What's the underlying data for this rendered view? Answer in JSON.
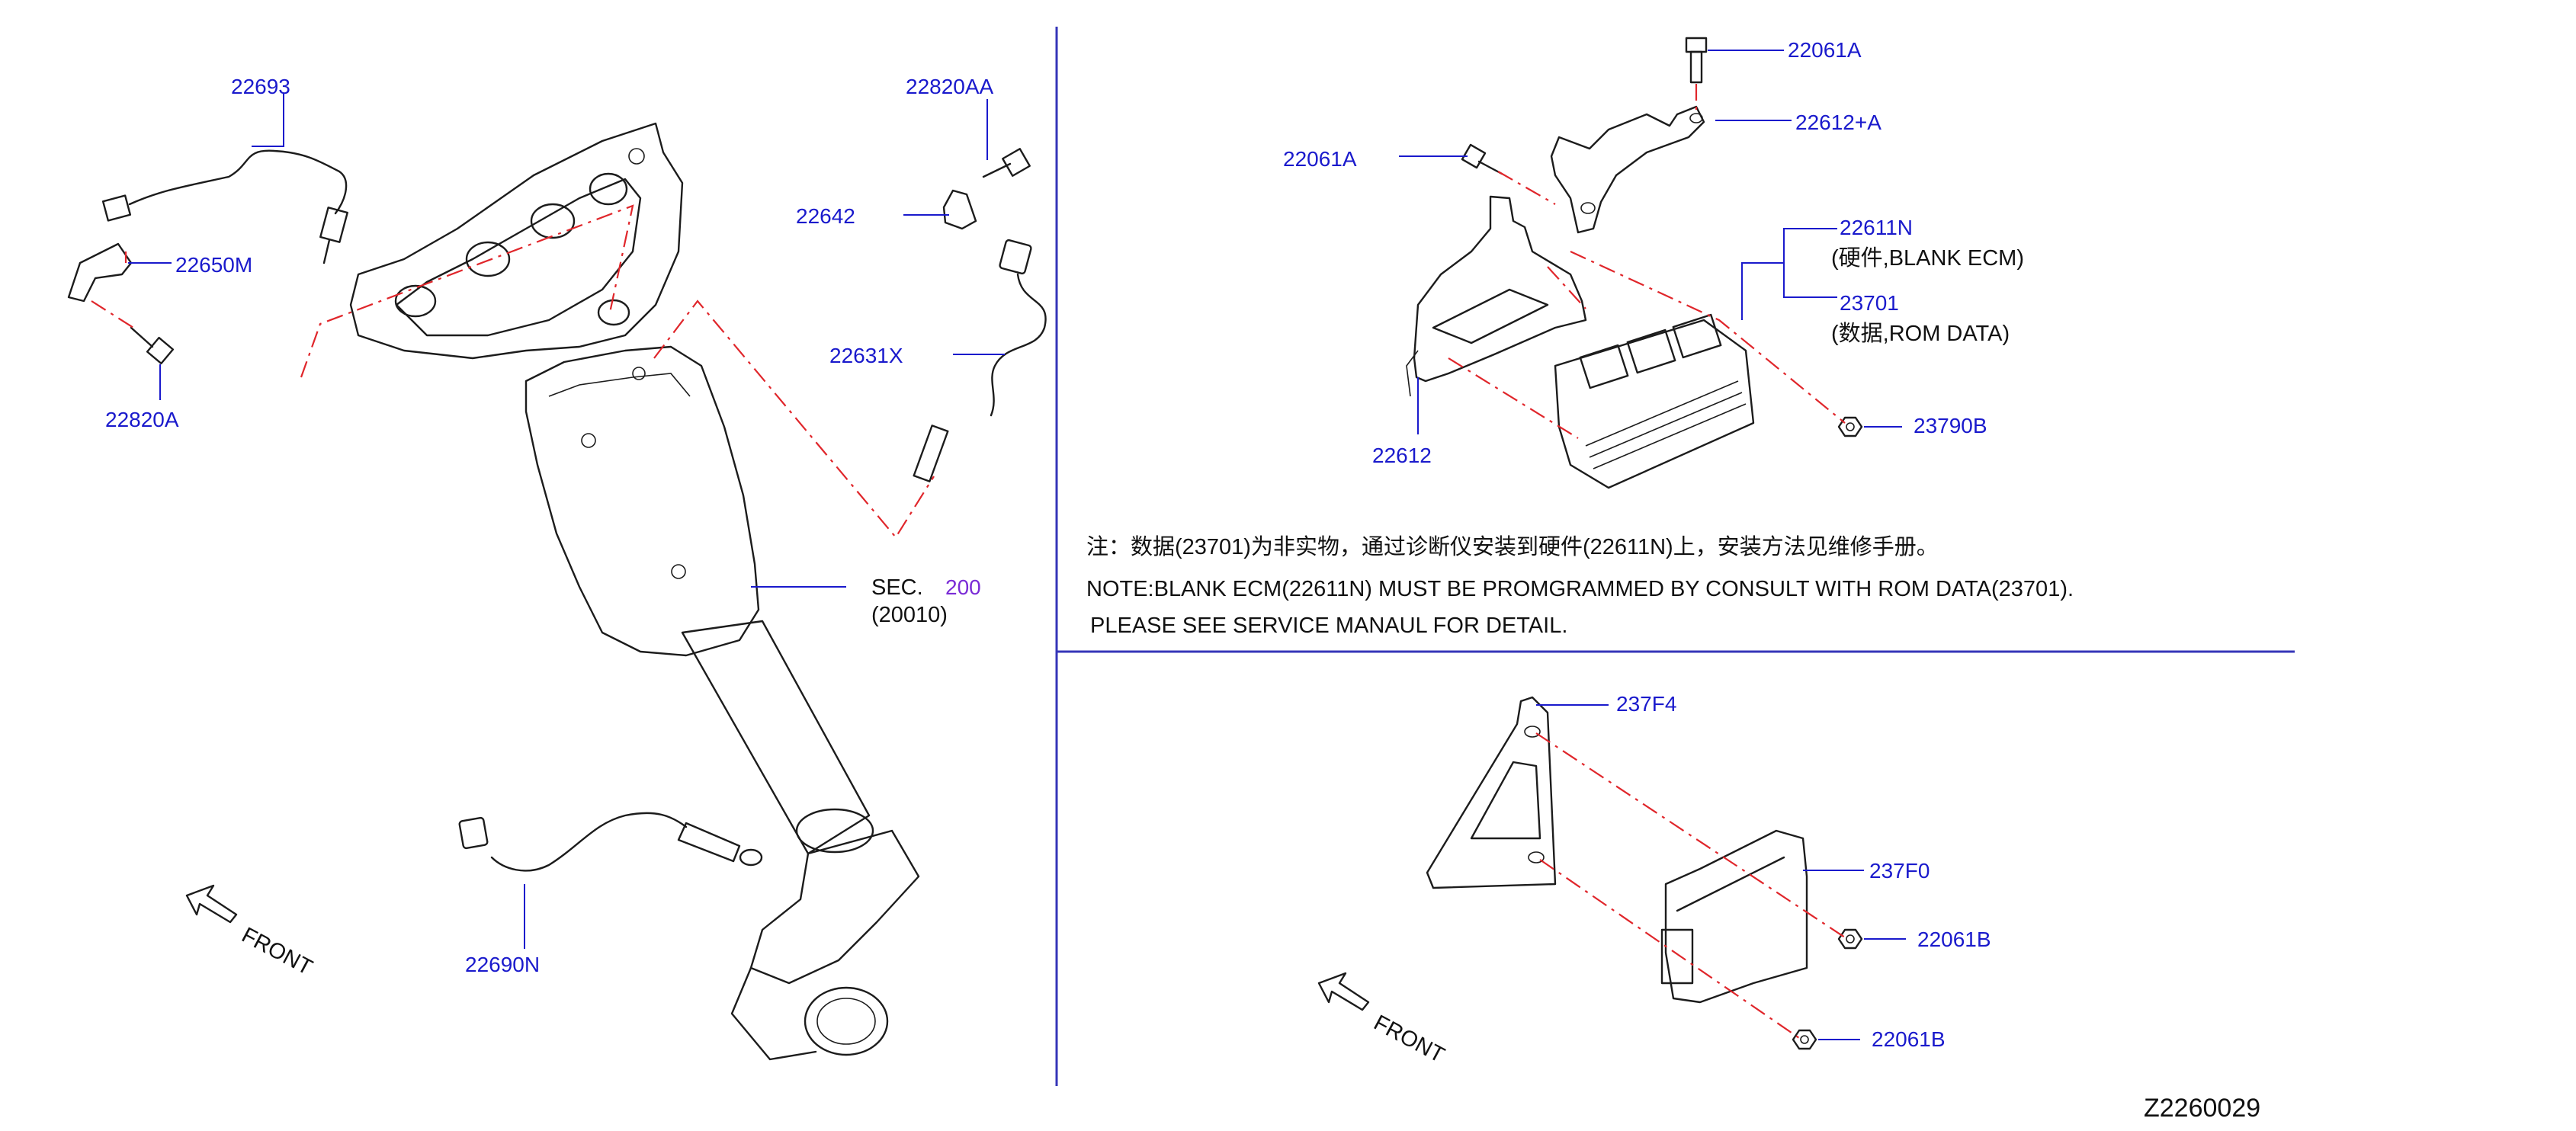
{
  "callouts": {
    "c22693": "22693",
    "c22650M": "22650M",
    "c22820A": "22820A",
    "c22820AA": "22820AA",
    "c22642": "22642",
    "c22631X": "22631X",
    "c22690N": "22690N",
    "c22061A_top": "22061A",
    "c22612A": "22612+A",
    "c22061A_left": "22061A",
    "c22611N": "22611N",
    "c22611N_desc": "(硬件,BLANK   ECM)",
    "c23701": "23701",
    "c23701_desc": "(数据,ROM   DATA)",
    "c23790B": "23790B",
    "c22612": "22612",
    "c237F4": "237F4",
    "c237F0": "237F0",
    "c22061B_upper": "22061B",
    "c22061B_lower": "22061B"
  },
  "section_ref": {
    "prefix": "SEC.",
    "number": "200",
    "sub": "(20010)"
  },
  "direction": {
    "left": "FRONT",
    "right": "FRONT"
  },
  "notes": {
    "chinese": "注：数据(23701)为非实物，通过诊断仪安装到硬件(22611N)上，安装方法见维修手册。",
    "english_line1": "NOTE:BLANK  ECM(22611N)  MUST  BE  PROMGRAMMED  BY  CONSULT  WITH  ROM  DATA(23701).",
    "english_line2": "PLEASE  SEE  SERVICE  MANAUL  FOR  DETAIL."
  },
  "figure_id": "Z2260029",
  "colors": {
    "callout": "#1a1acc",
    "section_number": "#7a2bd6",
    "dash_line": "#e0262b",
    "divider": "#3535b8",
    "linework": "#1c1c1c"
  }
}
